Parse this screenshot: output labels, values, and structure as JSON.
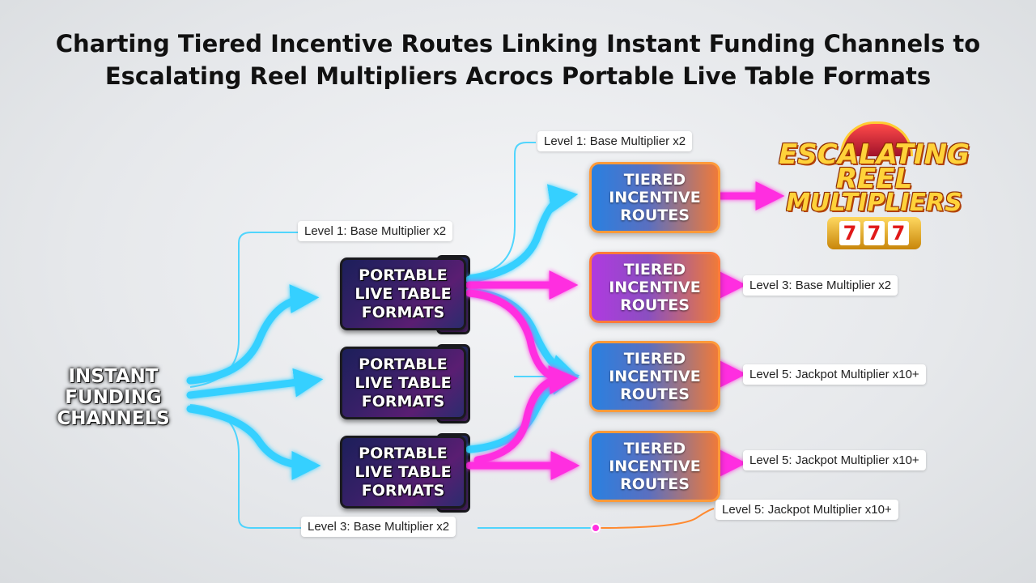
{
  "title": {
    "line1": "Charting Tiered Incentive Routes Linking Instant Funding Channels to",
    "line2": "Escalating Reel Multipliers Acrocs Portable Live Table Formats"
  },
  "source_node": {
    "lines": [
      "INSTANT",
      "FUNDING",
      "CHANNELS"
    ]
  },
  "format_nodes": [
    {
      "lines": [
        "PORTABLE",
        "LIVE TABLE",
        "FORMATS"
      ]
    },
    {
      "lines": [
        "PORTABLE",
        "LIVE TABLE",
        "FORMATS"
      ]
    },
    {
      "lines": [
        "PORTABLE",
        "LIVE TABLE",
        "FORMATS"
      ]
    }
  ],
  "route_nodes": [
    {
      "lines": [
        "TIERED",
        "INCENTIVE",
        "ROUTES"
      ]
    },
    {
      "lines": [
        "TIERED",
        "INCENTIVE",
        "ROUTES"
      ]
    },
    {
      "lines": [
        "TIERED",
        "INCENTIVE",
        "ROUTES"
      ]
    },
    {
      "lines": [
        "TIERED",
        "INCENTIVE",
        "ROUTES"
      ]
    }
  ],
  "labels": {
    "top_route": "Level 1: Base Multiplier x2",
    "upper_left": "Level 1: Base Multiplier x2",
    "route2_out": "Level 3: Base Multiplier x2",
    "route3_out": "Level 5: Jackpot Multiplier x10+",
    "route4_out": "Level 5: Jackpot Multiplier x10+",
    "bottom_right": "Level 5: Jackpot Multiplier x10+",
    "bottom_left": "Level 3: Base Multiplier x2"
  },
  "badge": {
    "lines": [
      "ESCALATING",
      "REEL",
      "MULTIPLIERS"
    ],
    "reels": [
      "7",
      "7",
      "7"
    ]
  },
  "colors": {
    "cyan": "#35d0ff",
    "magenta": "#ff2ee0",
    "orange": "#ff8a30",
    "blue": "#2a80e0"
  },
  "icons": {
    "format_node": "smartphone-tablet-icon",
    "badge": "slot-machine-icon"
  }
}
